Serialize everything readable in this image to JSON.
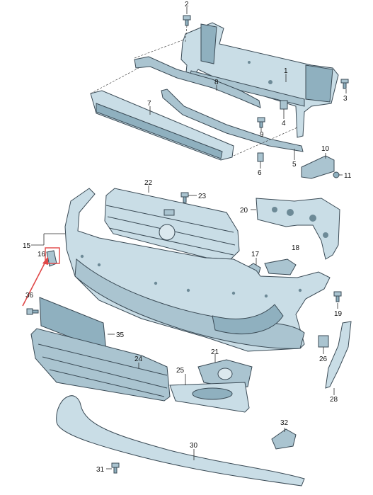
{
  "diagram": {
    "accent_color": "#e04848",
    "highlighted_part": "16",
    "part_numbers": [
      "1",
      "2",
      "3",
      "4",
      "5",
      "6",
      "7",
      "8",
      "9",
      "10",
      "11",
      "15",
      "16",
      "17",
      "18",
      "19",
      "20",
      "21",
      "22",
      "23",
      "24",
      "25",
      "26",
      "28",
      "30",
      "31",
      "32",
      "35",
      "36"
    ]
  }
}
